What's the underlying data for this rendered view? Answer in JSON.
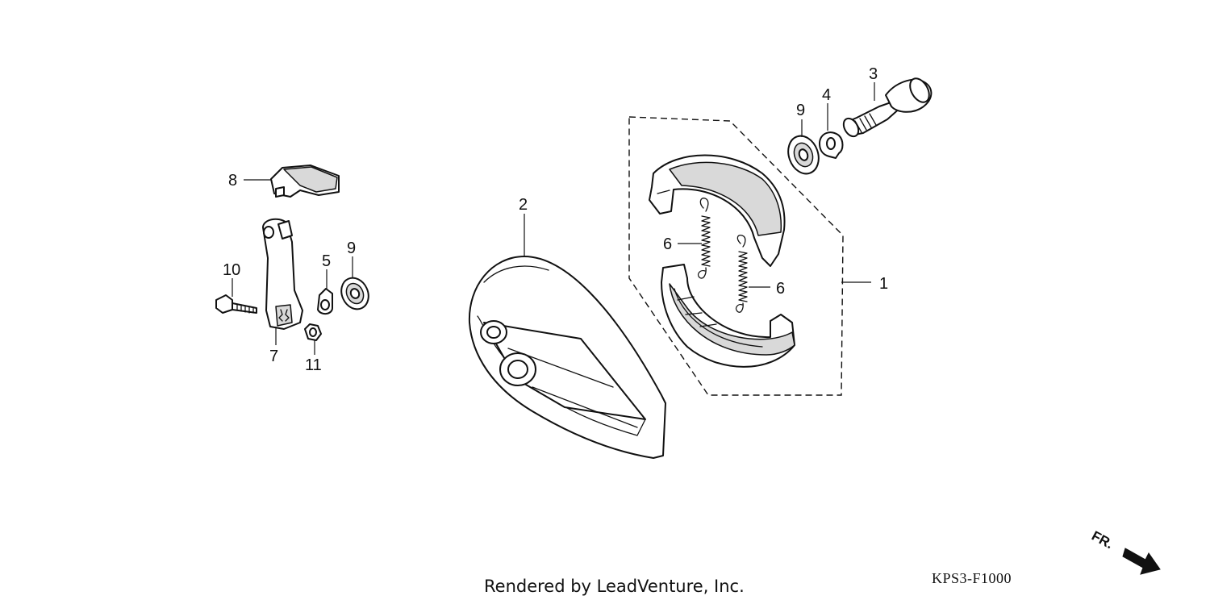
{
  "diagram": {
    "callouts": {
      "c1": "1",
      "c2": "2",
      "c3": "3",
      "c4": "4",
      "c5": "5",
      "c6a": "6",
      "c6b": "6",
      "c7": "7",
      "c8": "8",
      "c9a": "9",
      "c9b": "9",
      "c10": "10",
      "c11": "11"
    },
    "direction_label": "FR.",
    "direction_icon": "arrow-down-right-icon"
  },
  "footer": {
    "credit": "Rendered by LeadVenture, Inc.",
    "diagram_code": "KPS3-F1000"
  }
}
